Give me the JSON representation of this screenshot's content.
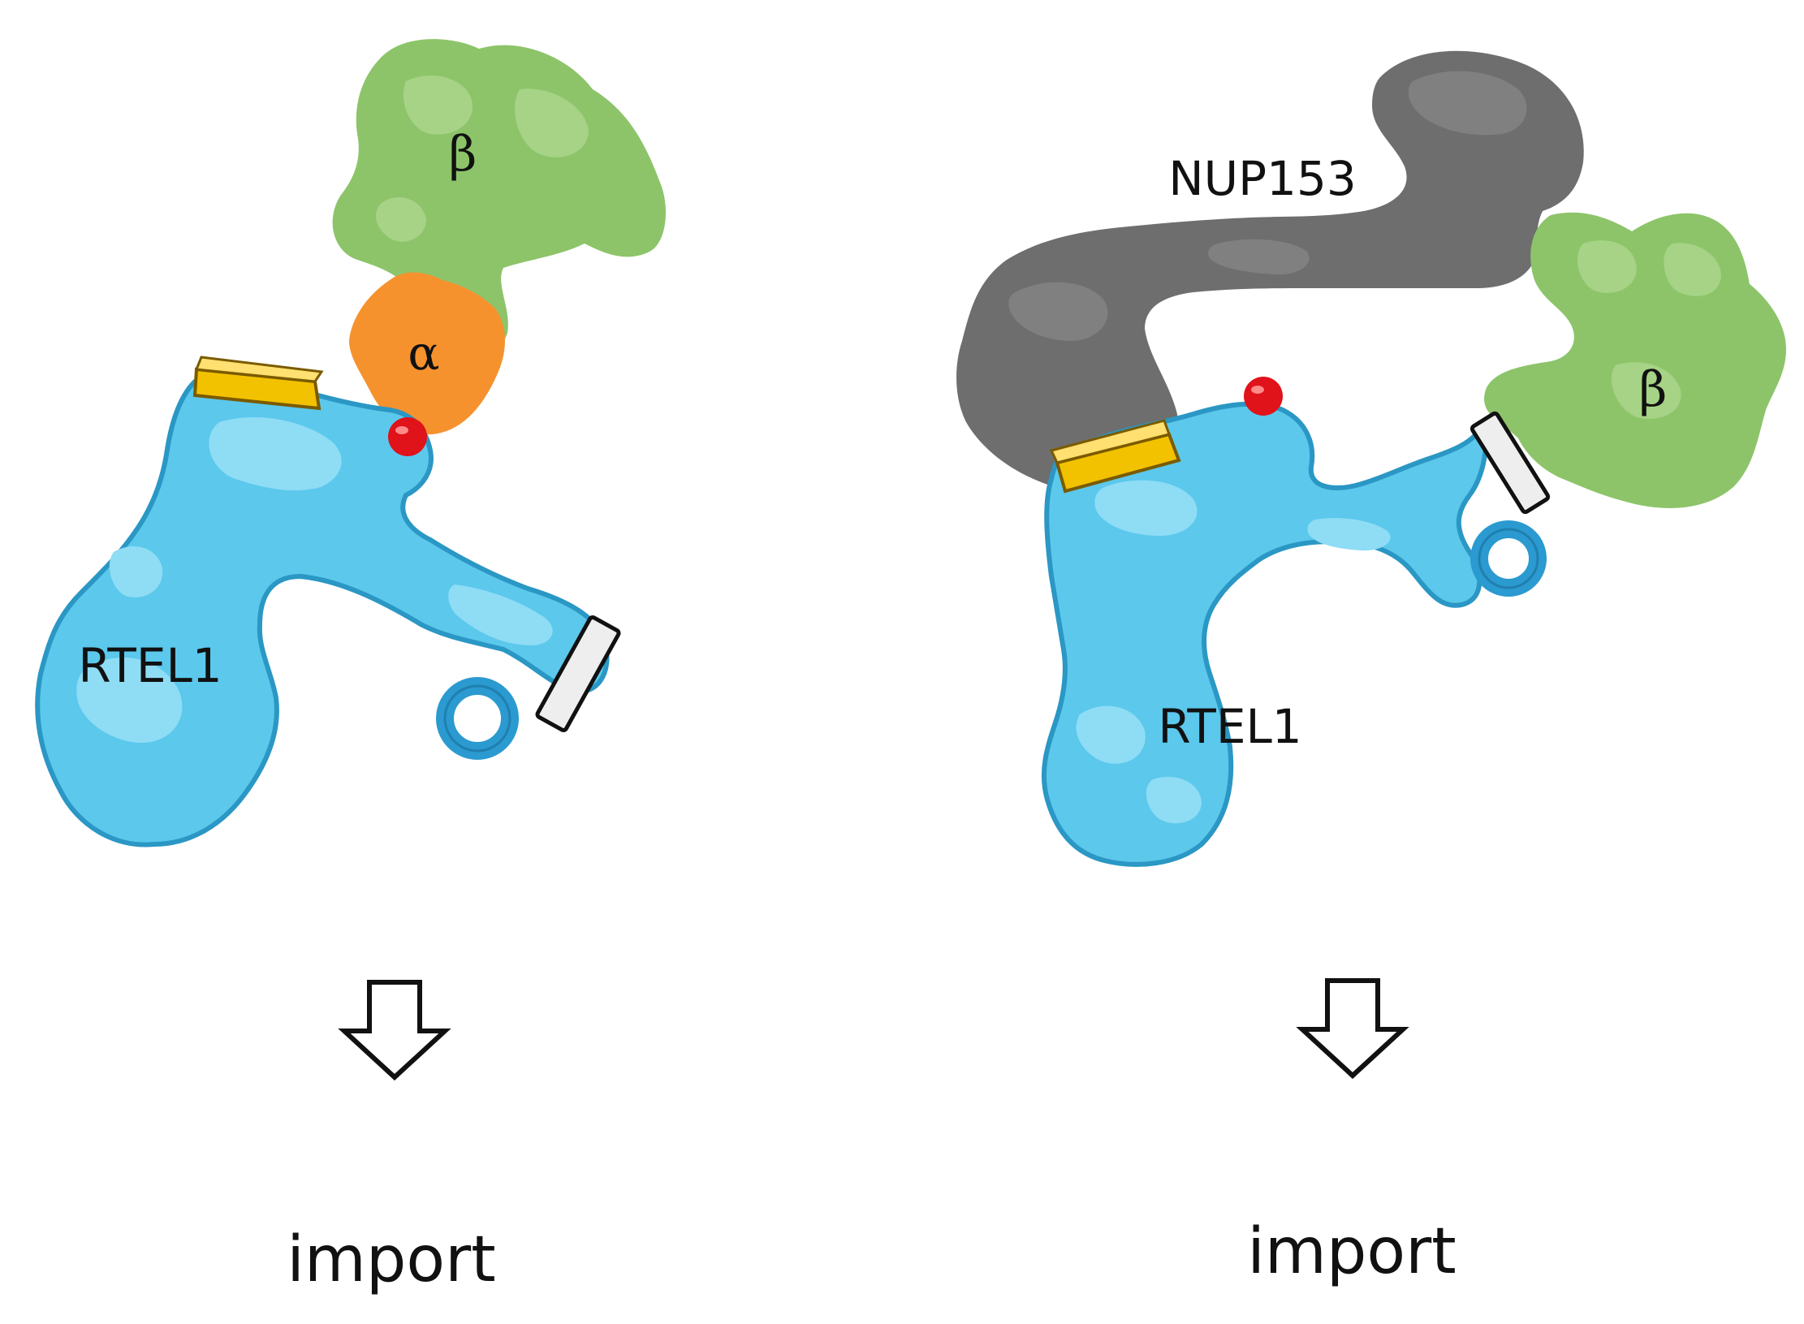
{
  "panels": [
    {
      "protein_label": "RTEL1",
      "alpha_label": "α",
      "beta_label": "β",
      "outcome_label": "import"
    },
    {
      "protein_label": "RTEL1",
      "nup_label": "NUP153",
      "beta_label": "β",
      "outcome_label": "import"
    }
  ],
  "colors": {
    "rtel1_fill": "#5bc8ec",
    "rtel1_outline": "#2a97c4",
    "rtel1_highlight": "#8fdcf5",
    "importin_beta": "#8dc46a",
    "importin_alpha": "#f5922e",
    "nup153": "#6e6e6e",
    "yellow_motif": "#f2c200",
    "red_site": "#e0121a",
    "ring": "#2a9ad0",
    "white_bar": "#eeeeee"
  },
  "icons": [
    "down-arrow-icon"
  ]
}
